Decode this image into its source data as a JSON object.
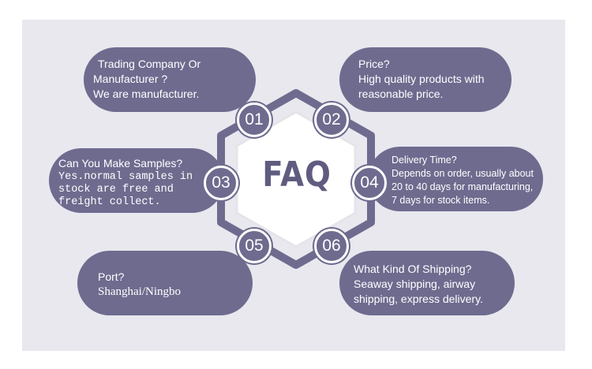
{
  "center": {
    "title": "FAQ"
  },
  "items": [
    {
      "number": "01",
      "lines": [
        "Trading Company Or",
        "Manufacturer ?",
        "We are manufacturer."
      ]
    },
    {
      "number": "02",
      "lines": [
        "Price?",
        "High quality products with",
        "reasonable price."
      ]
    },
    {
      "number": "03",
      "heading": "Can You Make Samples?",
      "lines": [
        "Yes.normal samples in",
        "stock are free and",
        "freight collect."
      ]
    },
    {
      "number": "04",
      "lines": [
        "Delivery Time?",
        "Depends on order, usually about",
        "20 to 40 days for manufacturing,",
        "7 days for stock items."
      ]
    },
    {
      "number": "05",
      "heading": "Port?",
      "lines": [
        "Shanghai/Ningbo"
      ]
    },
    {
      "number": "06",
      "lines": [
        "What Kind Of Shipping?",
        "Seaway shipping, airway",
        "shipping, express delivery."
      ]
    }
  ],
  "colors": {
    "accent": "#6e6b8f",
    "background": "#e8e8ee",
    "text": "#ffffff"
  }
}
